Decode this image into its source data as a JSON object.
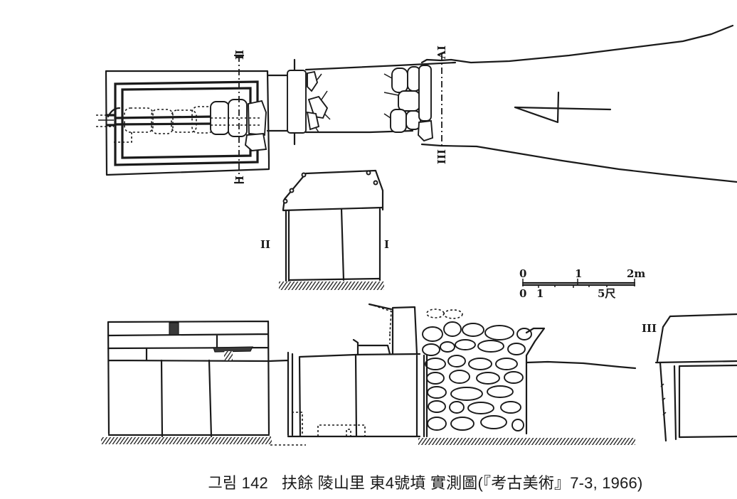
{
  "caption": {
    "figure_label": "그림 142",
    "title": "扶餘 陵山里 東4號墳 實測圖(『考古美術』7-3, 1966)"
  },
  "section_labels": {
    "I": "I",
    "II": "II",
    "III": "III",
    "IV": "IV"
  },
  "scale_bar": {
    "metric_ticks": [
      "0",
      "1",
      "2m"
    ],
    "chinese_ticks": [
      "0",
      "1",
      "5尺"
    ]
  },
  "colors": {
    "ink": "#1a1a1a",
    "paper": "#ffffff"
  }
}
